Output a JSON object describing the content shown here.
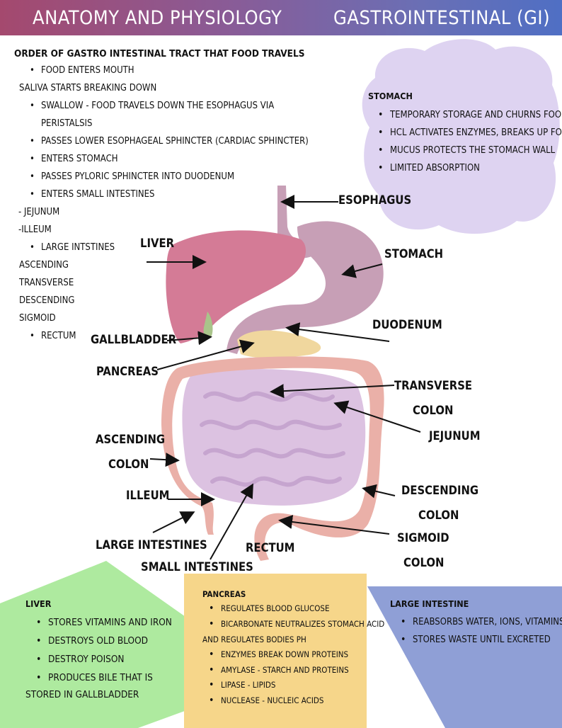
{
  "header": {
    "left": "ANATOMY AND PHYSIOLOGY",
    "right": "GASTROINTESTINAL (GI)"
  },
  "order": {
    "title": "ORDER OF GASTRO INTESTINAL TRACT THAT FOOD TRAVELS",
    "lines": [
      {
        "text": "FOOD ENTERS MOUTH",
        "bullet": true
      },
      {
        "text": "SALIVA STARTS BREAKING DOWN",
        "bullet": false
      },
      {
        "text": "SWALLOW - FOOD TRAVELS DOWN THE ESOPHAGUS VIA",
        "bullet": true
      },
      {
        "text": "PERISTALSIS",
        "bullet": false,
        "indent": true
      },
      {
        "text": "PASSES LOWER ESOPHAGEAL SPHINCTER (CARDIAC SPHINCTER)",
        "bullet": true
      },
      {
        "text": "ENTERS STOMACH",
        "bullet": true
      },
      {
        "text": "PASSES PYLORIC SPHINCTER INTO DUODENUM",
        "bullet": true
      },
      {
        "text": "ENTERS SMALL INTESTINES",
        "bullet": true
      },
      {
        "text": "- JEJUNUM",
        "bullet": false
      },
      {
        "text": "-ILLEUM",
        "bullet": false
      },
      {
        "text": "LARGE INTSTINES",
        "bullet": true
      },
      {
        "text": "ASCENDING",
        "bullet": false
      },
      {
        "text": "TRANSVERSE",
        "bullet": false
      },
      {
        "text": "DESCENDING",
        "bullet": false
      },
      {
        "text": "SIGMOID",
        "bullet": false
      },
      {
        "text": "RECTUM",
        "bullet": true
      }
    ]
  },
  "stomach_box": {
    "title": "STOMACH",
    "items": [
      "TEMPORARY STORAGE AND CHURNS FOOD",
      "HCL ACTIVATES ENZYMES, BREAKS UP FOOD",
      "MUCUS PROTECTS THE STOMACH WALL",
      "LIMITED ABSORPTION"
    ],
    "color": "#ded3f1"
  },
  "labels": {
    "esophagus": "ESOPHAGUS",
    "liver": "LIVER",
    "stomach": "STOMACH",
    "duodenum": "DUODENUM",
    "gallbladder": "GALLBLADDER",
    "pancreas": "PANCREAS",
    "transverse_colon_1": "TRANSVERSE",
    "transverse_colon_2": "COLON",
    "jejunum": "JEJUNUM",
    "ascending_colon_1": "ASCENDING",
    "ascending_colon_2": "COLON",
    "illeum": "ILLEUM",
    "descending_colon_1": "DESCENDING",
    "descending_colon_2": "COLON",
    "sigmoid_colon_1": "SIGMOID",
    "sigmoid_colon_2": "COLON",
    "large_intestines": "LARGE INTESTINES",
    "rectum": "RECTUM",
    "small_intestines": "SMALL INTESTINES"
  },
  "liver_box": {
    "title": "LIVER",
    "items": [
      "STORES VITAMINS AND IRON",
      "DESTROYS OLD BLOOD",
      "DESTROY POISON",
      "PRODUCES BILE THAT IS"
    ],
    "tail": "STORED IN GALLBLADDER",
    "color": "#aeea9f"
  },
  "pancreas_box": {
    "title": "PANCREAS",
    "items1": [
      "REGULATES BLOOD GLUCOSE",
      "BICARBONATE NEUTRALIZES STOMACH ACID"
    ],
    "mid": "AND REGULATES BODIES PH",
    "items2": [
      "ENZYMES BREAK DOWN PROTEINS",
      "AMYLASE - STARCH AND PROTEINS",
      "LIPASE - LIPIDS",
      "NUCLEASE - NUCLEIC ACIDS"
    ],
    "color": "#f6d68a"
  },
  "large_box": {
    "title": "LARGE INTESTINE",
    "items": [
      "REABSORBS WATER, IONS, VITAMINS",
      "STORES WASTE UNTIL EXCRETED"
    ],
    "color": "#8f9fd6"
  }
}
